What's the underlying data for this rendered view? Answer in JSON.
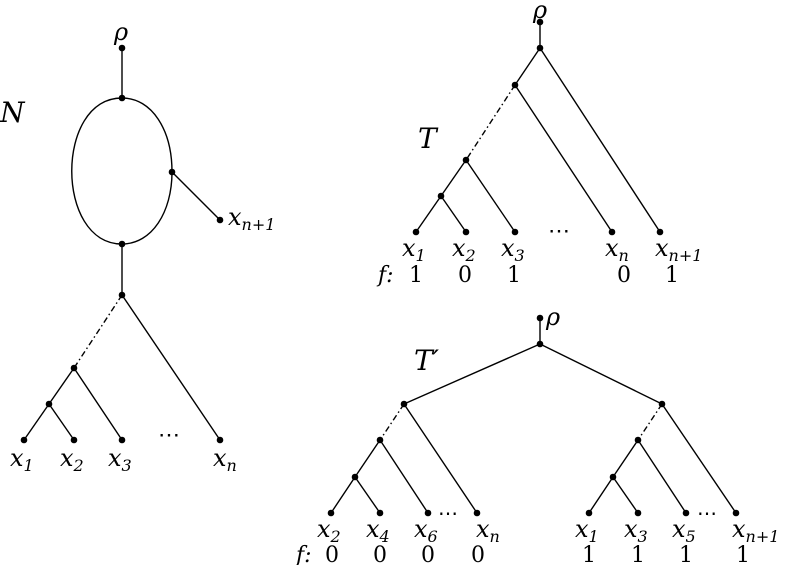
{
  "panels": {
    "N": {
      "title": "N",
      "root": "ρ",
      "leaves": [
        {
          "base": "x",
          "sub": "1"
        },
        {
          "base": "x",
          "sub": "2"
        },
        {
          "base": "x",
          "sub": "3"
        },
        {
          "base": "x",
          "sub": "n"
        },
        {
          "base": "x",
          "sub": "n+1"
        }
      ],
      "ellipsis": "⋯"
    },
    "T": {
      "title": "T",
      "root": "ρ",
      "leaves": [
        {
          "base": "x",
          "sub": "1"
        },
        {
          "base": "x",
          "sub": "2"
        },
        {
          "base": "x",
          "sub": "3"
        },
        {
          "base": "x",
          "sub": "n"
        },
        {
          "base": "x",
          "sub": "n+1"
        }
      ],
      "ellipsis": "⋯",
      "f_label": "f:",
      "f_values": [
        "1",
        "0",
        "1",
        "0",
        "1"
      ]
    },
    "Tprime": {
      "title": "T′",
      "root": "ρ",
      "left_leaves": [
        {
          "base": "x",
          "sub": "2"
        },
        {
          "base": "x",
          "sub": "4"
        },
        {
          "base": "x",
          "sub": "6"
        },
        {
          "base": "x",
          "sub": "n"
        }
      ],
      "right_leaves": [
        {
          "base": "x",
          "sub": "1"
        },
        {
          "base": "x",
          "sub": "3"
        },
        {
          "base": "x",
          "sub": "5"
        },
        {
          "base": "x",
          "sub": "n+1"
        }
      ],
      "ellipsis": "⋯",
      "f_label": "f:",
      "f_left": [
        "0",
        "0",
        "0",
        "0"
      ],
      "f_right": [
        "1",
        "1",
        "1",
        "1"
      ]
    }
  }
}
